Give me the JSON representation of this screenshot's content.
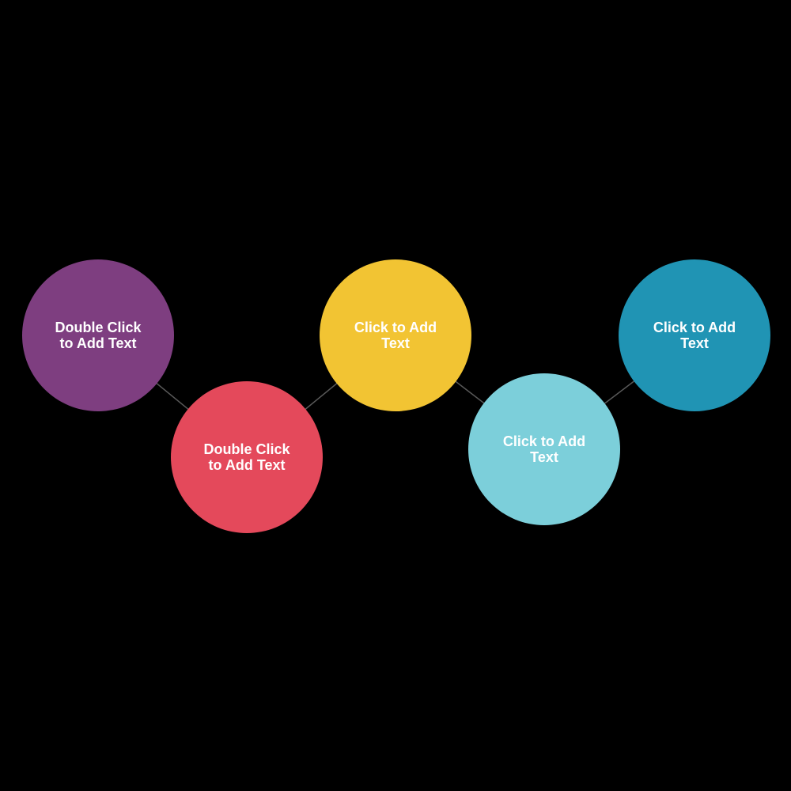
{
  "background_color": "#000000",
  "connector_color": "#595959",
  "text_color": "#ffffff",
  "nodes": [
    {
      "line1": "Double Click",
      "line2": "to Add Text",
      "color": "#7e3e80"
    },
    {
      "line1": "Double Click",
      "line2": "to Add Text",
      "color": "#e4495b"
    },
    {
      "line1": "Click to Add",
      "line2": "Text",
      "color": "#f2c433"
    },
    {
      "line1": "Click to Add",
      "line2": "Text",
      "color": "#7ccfda"
    },
    {
      "line1": "Click to Add",
      "line2": "Text",
      "color": "#2094b4"
    }
  ]
}
